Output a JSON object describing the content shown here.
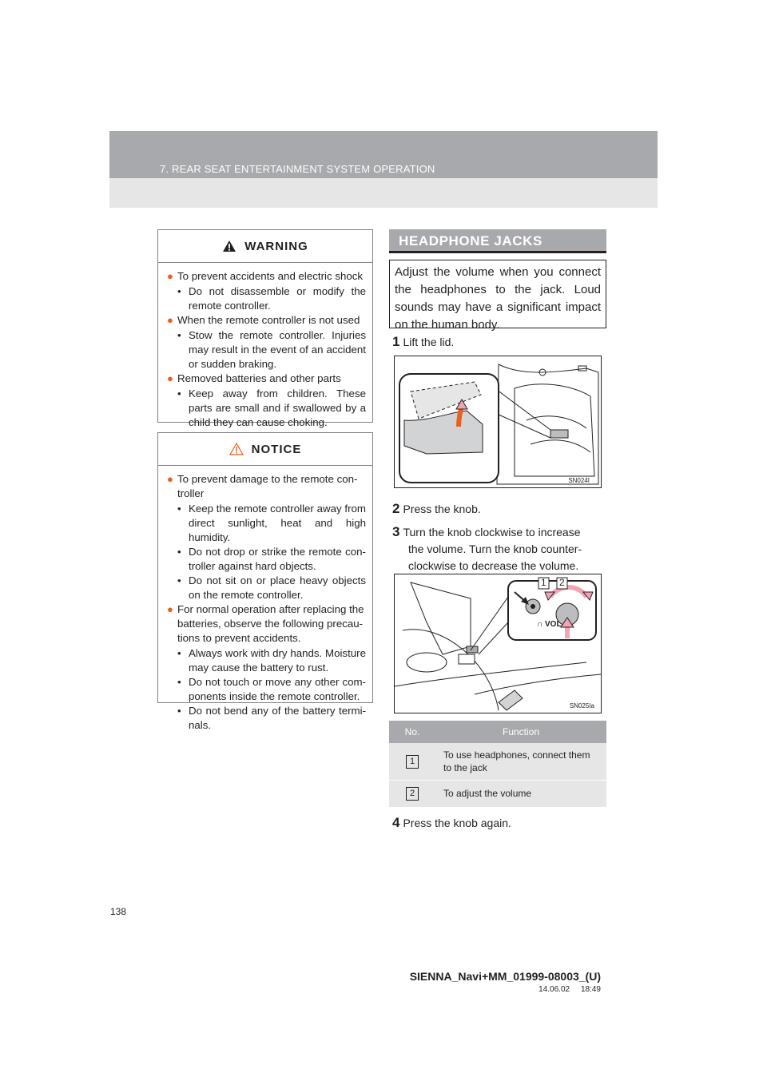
{
  "header": {
    "section": "7. REAR SEAT ENTERTAINMENT SYSTEM OPERATION"
  },
  "warning": {
    "title": "WARNING",
    "items": [
      {
        "text": "To prevent accidents and electric shock",
        "sub": [
          "Do not disassemble or modify the remote controller."
        ]
      },
      {
        "text": "When the remote controller is not used",
        "sub": [
          "Stow the remote controller. Injuries may result in the event of an accident or sudden braking."
        ]
      },
      {
        "text": "Removed batteries and other parts",
        "sub": [
          "Keep away from children. These parts are small and if swallowed by a child they can cause choking."
        ]
      }
    ]
  },
  "notice": {
    "title": "NOTICE",
    "items": [
      {
        "text": "To prevent damage to the remote con-troller",
        "sub": [
          "Keep the remote controller away from direct sunlight, heat and high humidity.",
          "Do not drop or strike the remote con-troller against hard objects.",
          "Do not sit on or place heavy objects on the remote controller."
        ]
      },
      {
        "text": "For normal operation after replacing the batteries, observe the following precau-tions to prevent accidents.",
        "sub": [
          "Always work with dry hands. Moisture may cause the battery to rust.",
          "Do not touch or move any other com-ponents inside the remote controller.",
          "Do not bend any of the battery termi-nals."
        ]
      }
    ]
  },
  "section": {
    "title": "HEADPHONE JACKS",
    "intro": "Adjust the volume when you connect the headphones to the jack. Loud sounds may have a significant impact on the human body."
  },
  "steps": [
    {
      "num": "1",
      "text": "Lift the lid."
    },
    {
      "num": "2",
      "text": "Press the knob."
    },
    {
      "num": "3",
      "text": "Turn the knob clockwise to increase",
      "cont": "the volume. Turn the knob counter-clockwise to decrease the volume."
    },
    {
      "num": "4",
      "text": "Press the knob again."
    }
  ],
  "figures": {
    "fig1_code": "SN024I",
    "fig2_code": "SN025Ia",
    "callout1": "1",
    "callout2": "2",
    "vol_label": "∩ VOL"
  },
  "table": {
    "headers": [
      "No.",
      "Function"
    ],
    "rows": [
      {
        "no": "1",
        "function": "To use headphones, connect them to the jack"
      },
      {
        "no": "2",
        "function": "To adjust the volume"
      }
    ]
  },
  "footer": {
    "page": "138",
    "code": "SIENNA_Navi+MM_01999-08003_(U)",
    "timestamp": "14.06.02     18:49"
  },
  "colors": {
    "accent": "#e8601c",
    "gray_band": "#a7a9ac",
    "light_band": "#e6e6e6",
    "callout_pink": "#f4a3b5"
  },
  "icons": [
    "warning-triangle-icon",
    "notice-triangle-icon"
  ]
}
